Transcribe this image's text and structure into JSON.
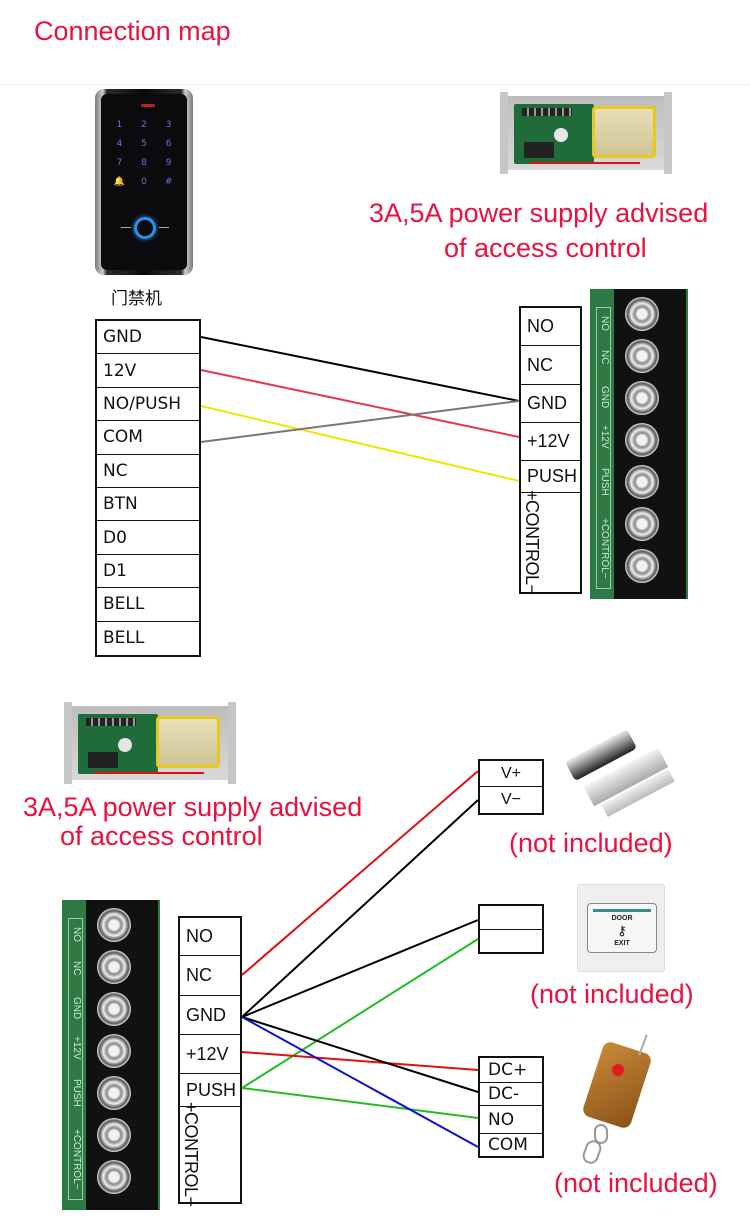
{
  "title": "Connection map",
  "keypad": {
    "keys": [
      "1",
      "2",
      "3",
      "4",
      "5",
      "6",
      "7",
      "8",
      "9",
      "🔔",
      "0",
      "#"
    ],
    "label": "门禁机",
    "terminals": [
      "GND",
      "12V",
      "NO/PUSH",
      "COM",
      "NC",
      "BTN",
      "D0",
      "D1",
      "BELL",
      "BELL"
    ]
  },
  "power_supply_caption": {
    "line1": "3A,5A power supply advised",
    "line2": "of access control"
  },
  "controller": {
    "terminals": [
      "NO",
      "NC",
      "GND",
      "+12V",
      "PUSH",
      "+CONTROL−"
    ],
    "board_labels": [
      "NO",
      "NC",
      "GND",
      "+12V",
      "PUSH",
      "+CONTROL−"
    ]
  },
  "top_wiring": [
    {
      "from": "GND",
      "to": "GND",
      "color": "#000000"
    },
    {
      "from": "12V",
      "to": "+12V",
      "color": "#e8364f"
    },
    {
      "from": "NO/PUSH",
      "to": "PUSH",
      "color": "#f2e500"
    },
    {
      "from": "COM",
      "to": "GND",
      "color": "#777777"
    }
  ],
  "devices": {
    "lock": {
      "terminals": [
        "V+",
        "V−"
      ],
      "note": "(not included)"
    },
    "exit_button": {
      "terminals": [
        "",
        ""
      ],
      "face_top": "DOOR",
      "face_bottom": "EXIT",
      "note": "(not included)"
    },
    "remote": {
      "terminals": [
        "DC+",
        "DC-",
        "NO",
        "COM"
      ],
      "note": "(not included)"
    }
  },
  "bottom_wiring": [
    {
      "from": "NC",
      "to": "V+",
      "color": "#e01010"
    },
    {
      "from": "GND",
      "to": "V−",
      "color": "#000000"
    },
    {
      "from": "GND",
      "to": "exit_button_top",
      "color": "#000000"
    },
    {
      "from": "PUSH",
      "to": "exit_button_bottom",
      "color": "#22bb22"
    },
    {
      "from": "+12V",
      "to": "DC+",
      "color": "#e01010"
    },
    {
      "from": "GND",
      "to": "DC-",
      "color": "#000000"
    },
    {
      "from": "PUSH",
      "to": "NO",
      "color": "#22bb22"
    },
    {
      "from": "GND",
      "to": "COM",
      "color": "#1010cc"
    }
  ]
}
